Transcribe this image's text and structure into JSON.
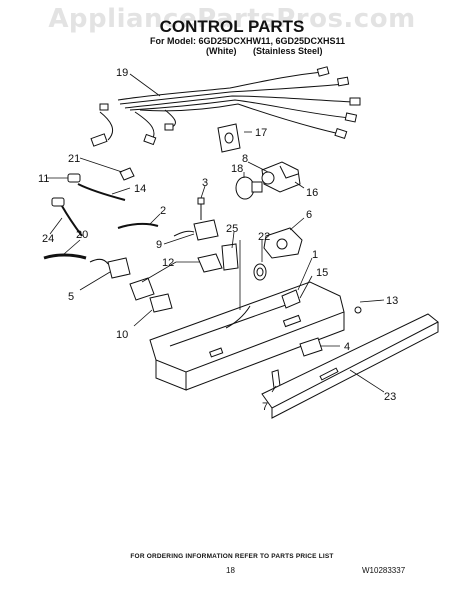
{
  "watermark": "AppliancePartsPros.com",
  "header": {
    "title": "CONTROL PARTS",
    "model_line": "For Model: 6GD25DCXHW11, 6GD25DCXHS11",
    "variant_white": "(White)",
    "variant_steel": "(Stainless Steel)"
  },
  "callouts": [
    "19",
    "17",
    "8",
    "18",
    "16",
    "21",
    "11",
    "14",
    "3",
    "2",
    "6",
    "9",
    "25",
    "22",
    "24",
    "20",
    "1",
    "12",
    "15",
    "5",
    "13",
    "10",
    "4",
    "7",
    "23"
  ],
  "footer": {
    "ordering_note": "FOR ORDERING INFORMATION REFER TO PARTS PRICE LIST",
    "page_number": "18",
    "doc_number": "W10283337"
  },
  "colors": {
    "ink": "#111111",
    "watermark": "#e3e3e3",
    "background": "#ffffff"
  }
}
